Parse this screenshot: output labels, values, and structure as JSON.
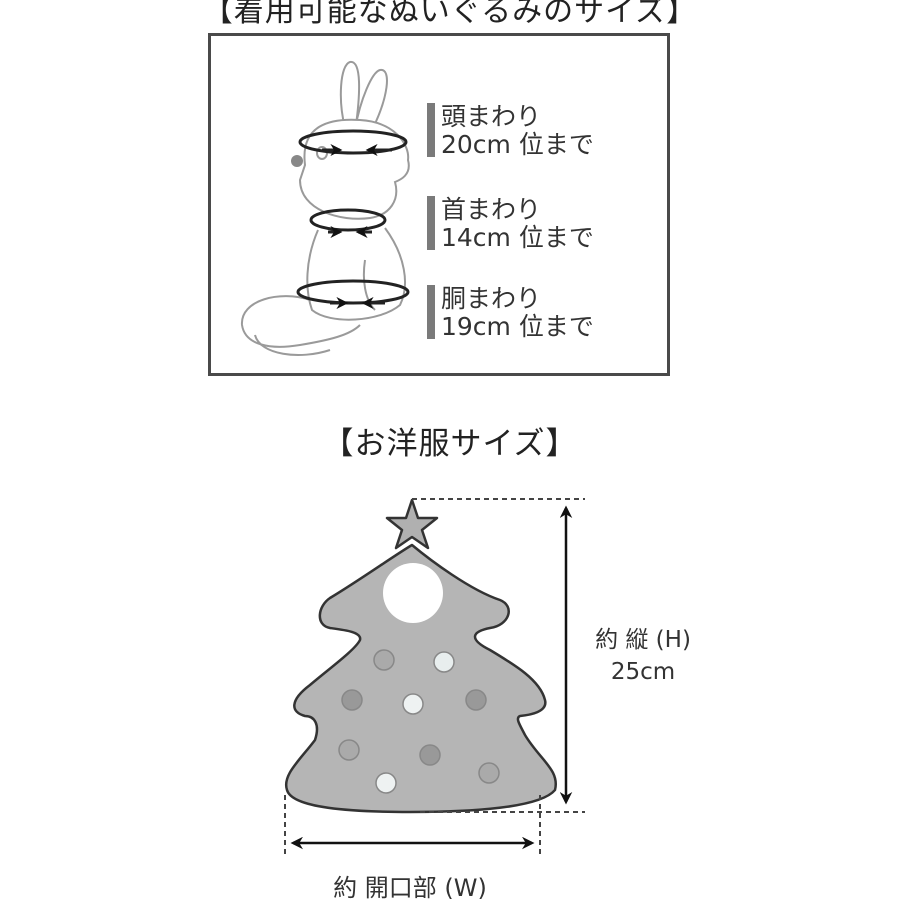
{
  "wearable_section": {
    "title": "【着用可能なぬいぐるみのサイズ】",
    "illustration": "rabbit-plush-outline",
    "measurements": [
      {
        "label": "頭まわり",
        "value": "20cm 位まで"
      },
      {
        "label": "首まわり",
        "value": "14cm 位まで"
      },
      {
        "label": "胴まわり",
        "value": "19cm 位まで"
      }
    ]
  },
  "clothes_section": {
    "title": "【お洋服サイズ】",
    "illustration": "christmas-tree-costume",
    "height": {
      "label": "約 縦 (H)",
      "value": "25cm"
    },
    "width": {
      "label": "約 開口部 (W)"
    }
  },
  "colors": {
    "tree_fill": "#b5b5b5",
    "outline": "#333333",
    "label_bar": "#7a7a7a",
    "box_border": "#4a4a4a"
  }
}
